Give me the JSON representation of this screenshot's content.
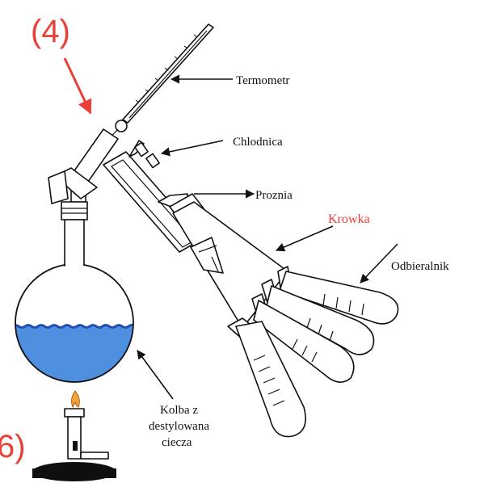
{
  "step_labels": {
    "top": "(4)",
    "bottom": "6)"
  },
  "labels": {
    "termometr": "Termometr",
    "chlodnica": "Chlodnica",
    "prozn": "Proznia",
    "krowka": "Krowka",
    "odbieralnik": "Odbieralnik",
    "kolba_line1": "Kolba z",
    "kolba_line2": "destylowana",
    "kolba_line3": "ciecza"
  },
  "colors": {
    "accent_red": "#e8413a",
    "liquid_blue": "#4f8fe0",
    "liquid_dark": "#1f4fb0",
    "outline": "#111111"
  }
}
